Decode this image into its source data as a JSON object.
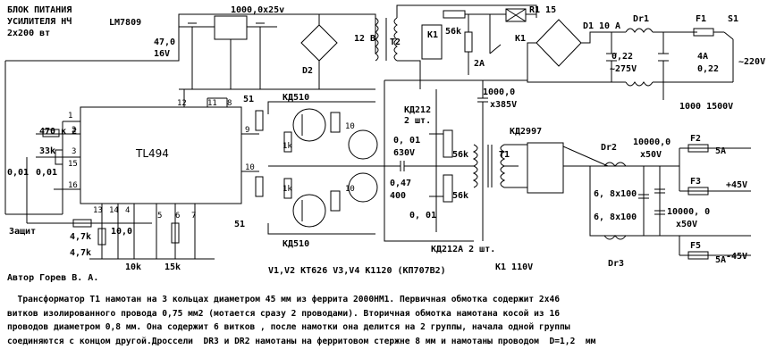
{
  "title": [
    "БЛОК ПИТАНИЯ",
    "УСИЛИТЕЛЯ НЧ",
    "2х200 вт"
  ],
  "author": "Автор Горев В. А.",
  "transistors_note": "V1,V2 КТ626  V3,V4 К1120  (КП707В2)",
  "k1_note": "К1 110V",
  "chip": "TL494",
  "chip_pins": [
    "1",
    "2",
    "3",
    "15",
    "16",
    "13",
    "14",
    "4",
    "5",
    "6",
    "7",
    "12",
    "11",
    "8",
    "9",
    "10"
  ],
  "components": {
    "lm7809": "LM7809",
    "c_470": "47,0",
    "c_470_v": "16V",
    "c_1000": "1000,0х25v",
    "d2": "D2",
    "v12": "12 В",
    "t2": "Т2",
    "k1": "К1",
    "r_56k": "56k",
    "r_2a": "2А",
    "k1b": "К1",
    "r115": "R1 15",
    "d1": "D1",
    "d1_a": "10 А",
    "dr1": "Dr1",
    "f1": "F1",
    "s1": "S1",
    "c022a": "0,22",
    "c022v": "~275V",
    "c022b": "0,22",
    "f1_a": "4А",
    "mains": "~220V",
    "c1000_1500": "1000  1500V",
    "c1000_385a": "1000,0",
    "c1000_385b": "х385V",
    "kd510a": "КД510",
    "kd510b": "КД510",
    "r51a": "51",
    "r51b": "51",
    "r1ka": "1k",
    "r1kb": "1k",
    "r10a": "10",
    "r10b": "10",
    "kd212": "КД212",
    "kd212n": "2 шт.",
    "c001": "0, 01",
    "c630": "630V",
    "c047": "0,47",
    "c400": "400",
    "c001b": "0, 01",
    "r56ka": "56k",
    "r56kb": "56k",
    "kd212a": "КД212А 2 шт.",
    "kd2997": "КД2997",
    "t1": "Т1",
    "dr2": "Dr2",
    "dr3": "Dr3",
    "c10000a": "10000,0",
    "c10000a_v": "х50V",
    "c10000b": "10000, 0",
    "c10000b_v": "х50V",
    "c68a": "6, 8х100",
    "c68b": "6, 8х100",
    "f2": "F2",
    "f2_a": "5А",
    "f3": "F3",
    "f4": "F5",
    "f4_a": "5А",
    "out_p": "+45V",
    "out_n": "-45V",
    "r470": "470 к 2",
    "r33k": "33k",
    "c001c": "0,01",
    "c001d": "0,01",
    "zashit": "Защит",
    "r47a": "4,7k",
    "r47b": "4,7k",
    "c10": "10,0",
    "r10k": "10k",
    "r15k": "15k"
  },
  "description": [
    "  Трансформатор Т1 намотан на 3 кольцах диаметром 45 мм из феррита 2000НМ1. Первичная обмотка содержит 2х46",
    "витков изолированного провода 0,75 мм2 (мотается сразу 2 проводами). Вторичная обмотка намотана косой из 16",
    "проводов диаметром 0,8 мм. Она содержит 6 витков , после намотки она делится на 2 группы, начала одной группы",
    "соединяются с концом другой.Дроссели  DR3 и DR2 намотаны на ферритовом стержне 8 мм и намотаны проводом  D=1,2  мм"
  ]
}
